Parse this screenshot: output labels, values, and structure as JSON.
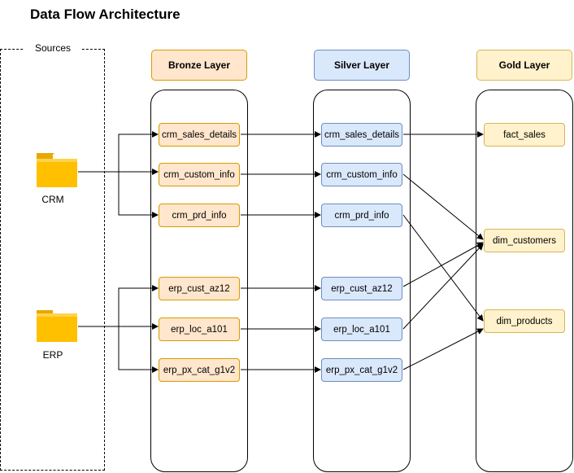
{
  "title": "Data Flow Architecture",
  "sources": {
    "label": "Sources",
    "items": [
      {
        "label": "CRM",
        "icon": "folder-icon"
      },
      {
        "label": "ERP",
        "icon": "folder-icon"
      }
    ]
  },
  "layers": {
    "bronze": {
      "label": "Bronze Layer",
      "color": "#ffe6cc",
      "nodes": [
        "crm_sales_details",
        "crm_custom_info",
        "crm_prd_info",
        "erp_cust_az12",
        "erp_loc_a101",
        "erp_px_cat_g1v2"
      ]
    },
    "silver": {
      "label": "Silver Layer",
      "color": "#dae8fc",
      "nodes": [
        "crm_sales_details",
        "crm_custom_info",
        "crm_prd_info",
        "erp_cust_az12",
        "erp_loc_a101",
        "erp_px_cat_g1v2"
      ]
    },
    "gold": {
      "label": "Gold Layer",
      "color": "#fff2cc",
      "nodes": [
        "fact_sales",
        "dim_customers",
        "dim_products"
      ]
    }
  },
  "colors": {
    "folder": "#ffc000",
    "folder_tab": "#e6a800"
  }
}
